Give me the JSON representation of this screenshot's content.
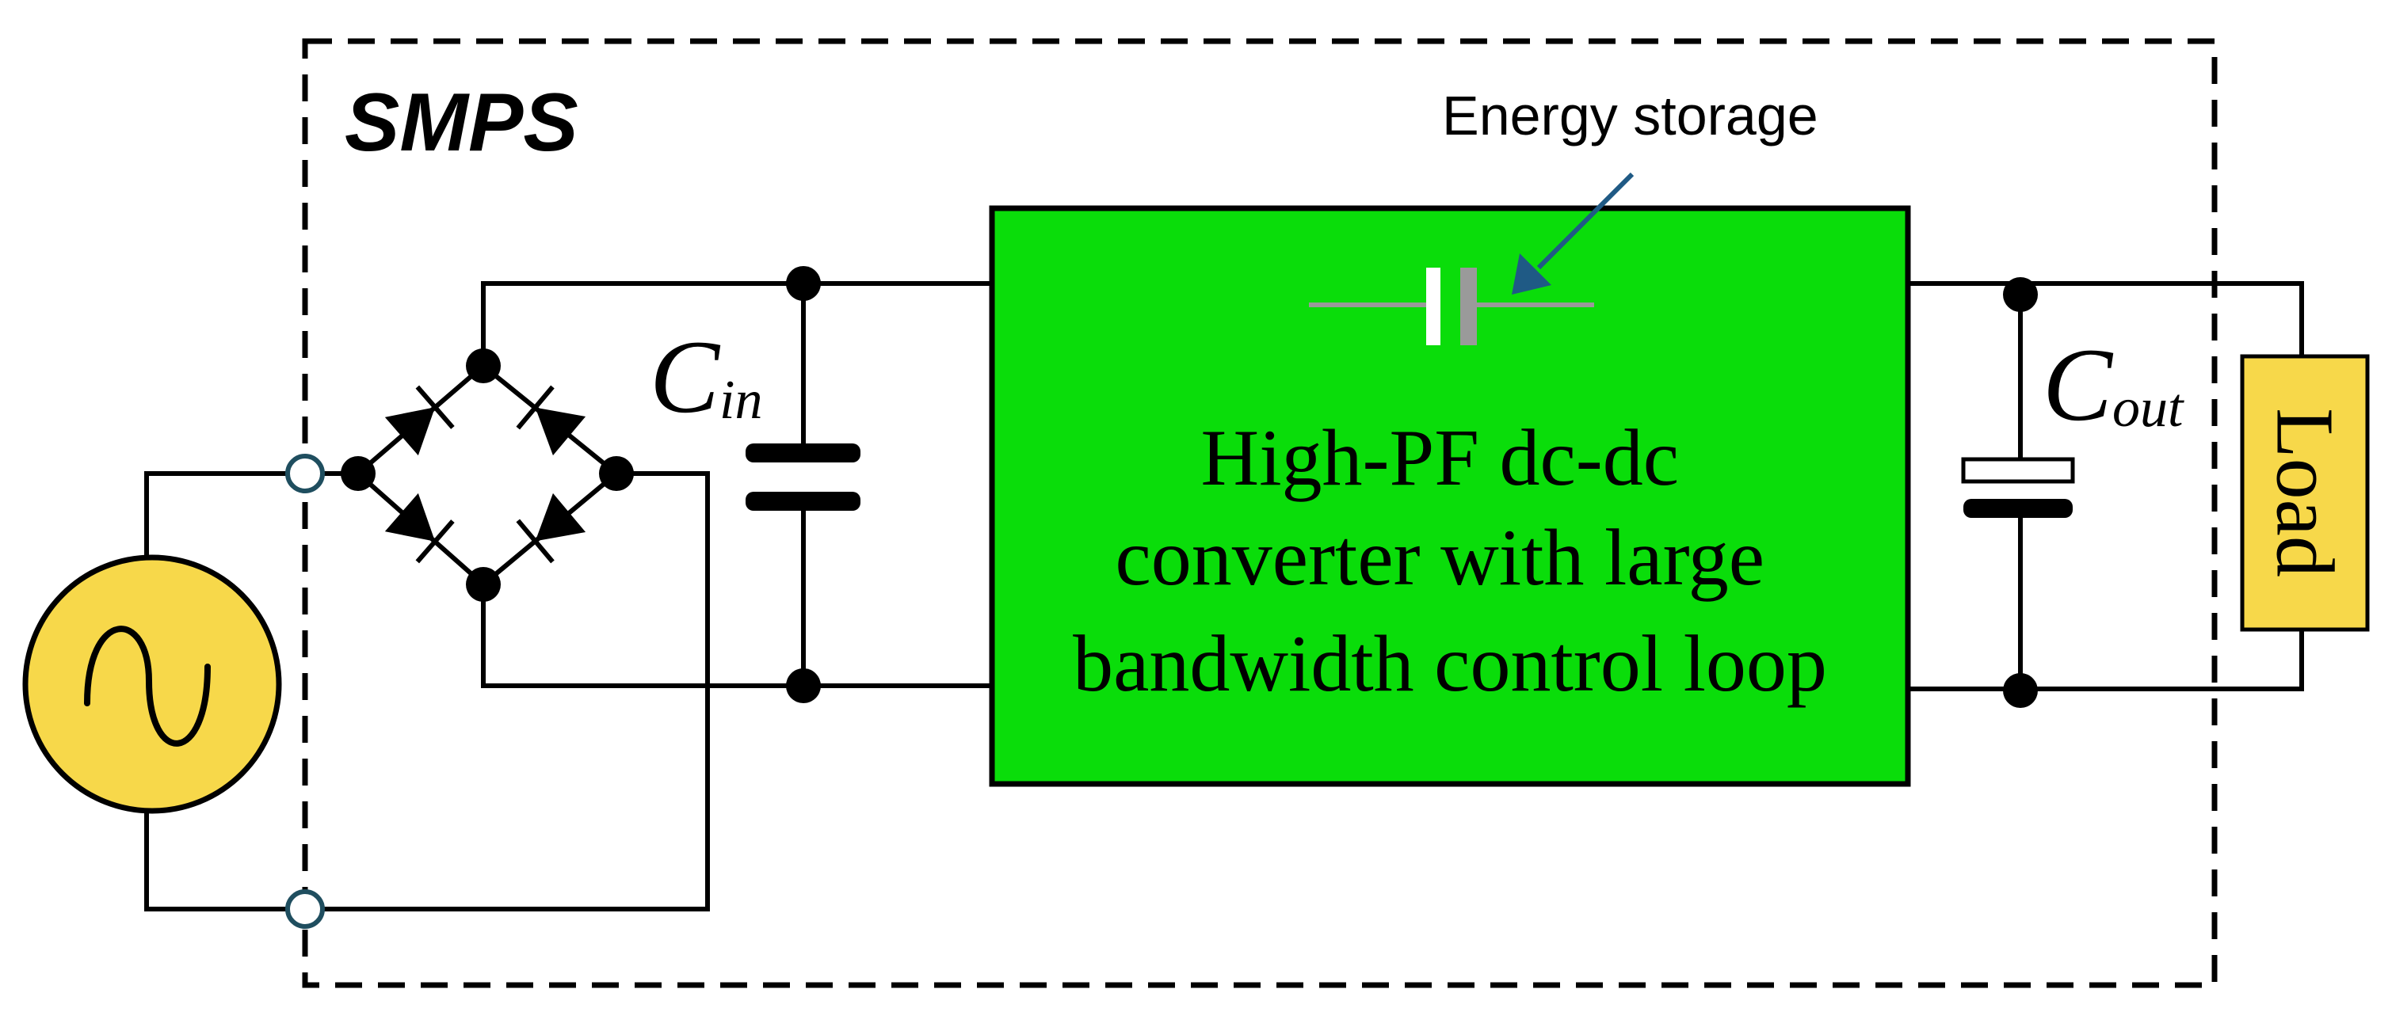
{
  "diagram": {
    "block_label": "SMPS",
    "energy_storage_label": "Energy storage",
    "input_capacitor": {
      "symbol": "C",
      "subscript": "in"
    },
    "output_capacitor": {
      "symbol": "C",
      "subscript": "out"
    },
    "converter_lines": [
      "High-PF dc-dc",
      "converter  with large",
      "bandwidth control loop"
    ],
    "load_label": "Load"
  },
  "colors": {
    "converter_fill": "#0add0a",
    "source_fill": "#f7d84a",
    "load_fill": "#f7d84a",
    "wire": "#000000",
    "terminal_stroke": "#1f4e5f",
    "arrow": "#1f5a85",
    "storage_cap_plate": "#9a9a9a"
  },
  "icons": {
    "source": "ac-sine-source-icon",
    "bridge": "diode-bridge-icon",
    "capacitor": "capacitor-icon",
    "arrow": "pointer-arrow-icon"
  }
}
